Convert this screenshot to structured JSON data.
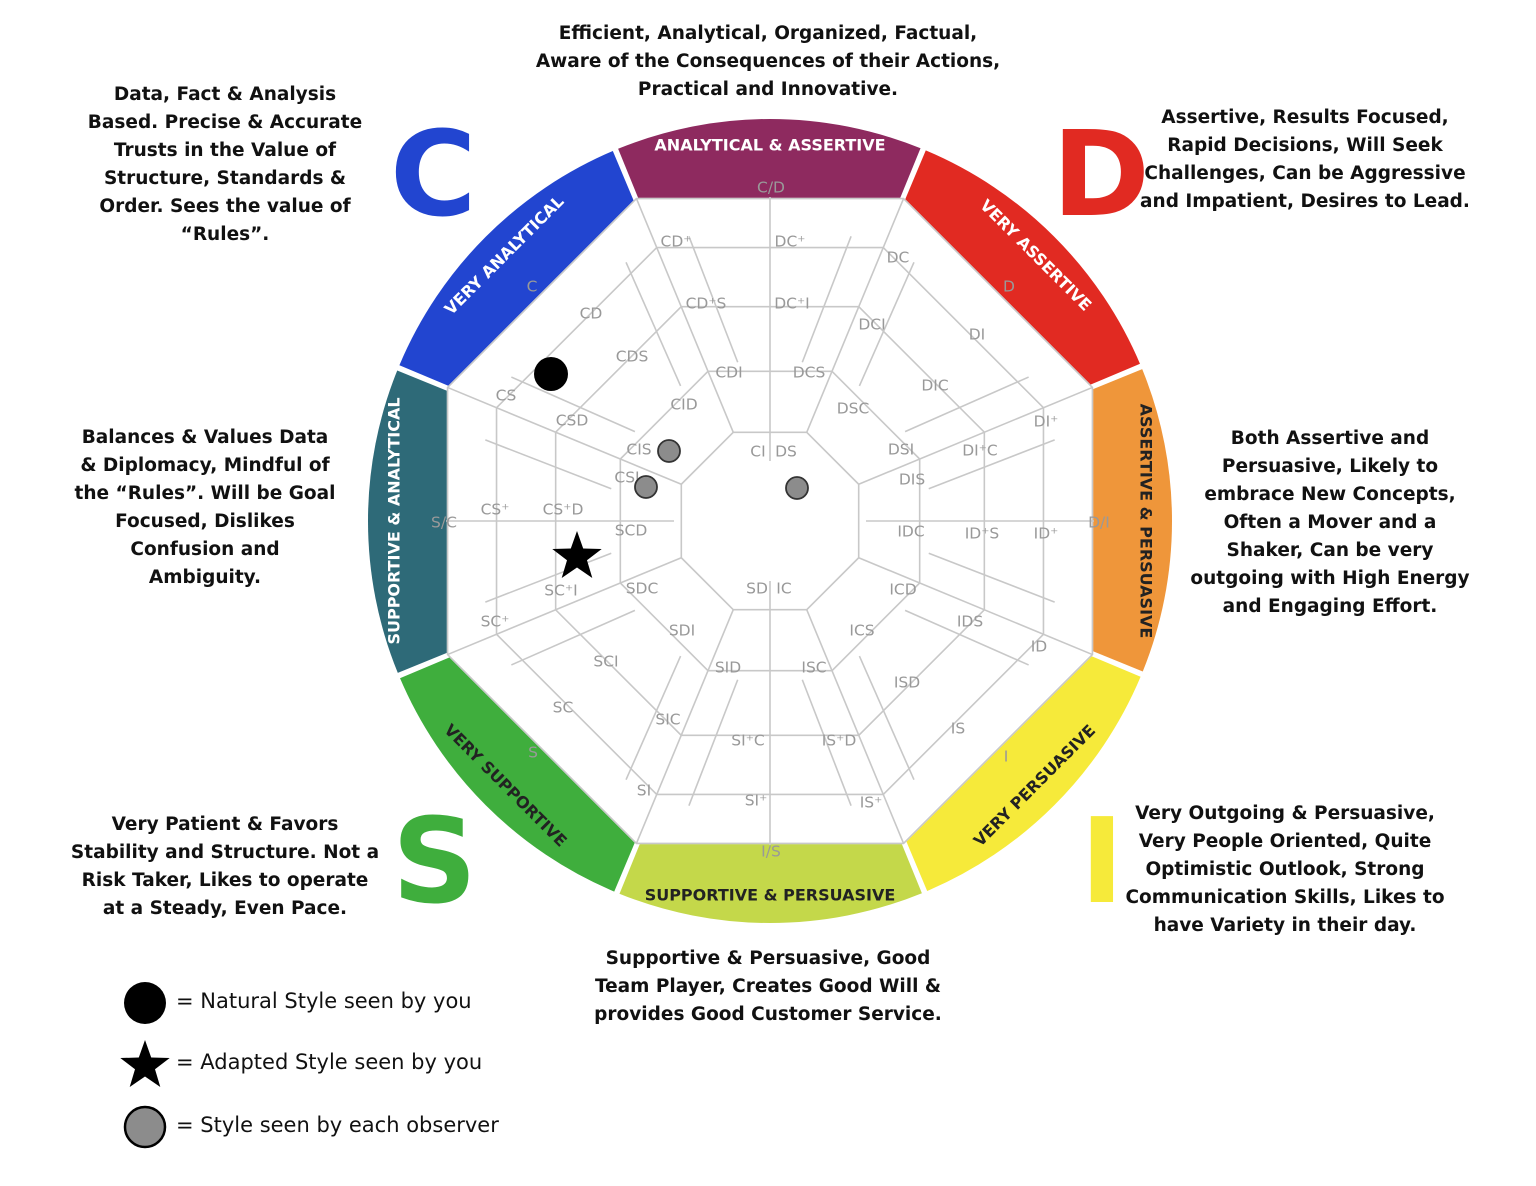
{
  "quadrants": {
    "C": {
      "letter": "C",
      "color": "#2245d0",
      "description": "Data, Fact & Analysis\nBased.  Precise & Accurate\nTrusts in the Value of\nStructure, Standards &\nOrder. Sees the value of\n“Rules”."
    },
    "D": {
      "letter": "D",
      "color": "#e12a22",
      "description": "Assertive, Results Focused,\nRapid Decisions, Will Seek\nChallenges, Can be Aggressive\nand Impatient, Desires to Lead."
    },
    "S": {
      "letter": "S",
      "color": "#3fae3d",
      "description": "Very Patient & Favors\nStability and Structure.  Not a\nRisk Taker, Likes to operate\nat a Steady, Even Pace."
    },
    "I": {
      "letter": "I",
      "color": "#f6ea3a",
      "description": "Very Outgoing & Persuasive,\nVery People Oriented, Quite\nOptimistic Outlook, Strong\nCommunication Skills, Likes to\nhave Variety in their day."
    }
  },
  "blends": {
    "top": "Efficient, Analytical, Organized, Factual,\nAware of the Consequences of their Actions,\nPractical and Innovative.",
    "left": "Balances & Values Data\n& Diplomacy, Mindful of\nthe “Rules”. Will be Goal\nFocused, Dislikes\nConfusion and\nAmbiguity.",
    "right": "Both Assertive and\nPersuasive, Likely to\nembrace New Concepts,\nOften a Mover and a\nShaker, Can be very\noutgoing with High Energy\nand Engaging Effort.",
    "bottom": "Supportive & Persuasive, Good\nTeam Player, Creates Good Will &\nprovides Good Customer Service."
  },
  "ring": [
    {
      "label": "ANALYTICAL & ASSERTIVE",
      "color": "#8e2a5f",
      "text_color": "#ffffff"
    },
    {
      "label": "VERY ASSERTIVE",
      "color": "#e12a22",
      "text_color": "#ffffff"
    },
    {
      "label": "ASSERTIVE & PERSUASIVE",
      "color": "#ef963a",
      "text_color": "#222222"
    },
    {
      "label": "VERY PERSUASIVE",
      "color": "#f6ea3a",
      "text_color": "#222222"
    },
    {
      "label": "SUPPORTIVE & PERSUASIVE",
      "color": "#c4d84a",
      "text_color": "#222222"
    },
    {
      "label": "VERY SUPPORTIVE",
      "color": "#3fae3d",
      "text_color": "#222222"
    },
    {
      "label": "SUPPORTIVE & ANALYTICAL",
      "color": "#2e6a78",
      "text_color": "#ffffff"
    },
    {
      "label": "VERY ANALYTICAL",
      "color": "#2245d0",
      "text_color": "#ffffff"
    }
  ],
  "cell_labels": [
    "C/D",
    "CD⁺",
    "DC⁺",
    "DC",
    "D",
    "C",
    "CD",
    "CD⁺S",
    "DC⁺I",
    "DCI",
    "DI",
    "CDS",
    "CDI",
    "DCS",
    "DIC",
    "CS",
    "CSD",
    "CID",
    "DSC",
    "DI⁺",
    "CIS",
    "CI",
    "DS",
    "DSI",
    "DI⁺C",
    "CSI",
    "DIS",
    "S/C",
    "CS⁺",
    "CS⁺D",
    "SCD",
    "IDC",
    "ID⁺S",
    "ID⁺",
    "D/I",
    "SC⁺I",
    "SDC",
    "SD",
    "IC",
    "ICD",
    "SC⁺",
    "IDS",
    "SDI",
    "ICS",
    "ID",
    "SCI",
    "SID",
    "ISC",
    "ISD",
    "SC",
    "SIC",
    "IS",
    "S",
    "SI⁺C",
    "IS⁺D",
    "I",
    "SI",
    "SI⁺",
    "IS⁺",
    "I/S"
  ],
  "markers": {
    "natural": {
      "symbol": "black-circle",
      "cell": "CS"
    },
    "adapted": {
      "symbol": "black-star",
      "cell": "SC⁺I"
    },
    "observers": [
      {
        "symbol": "gray-circle",
        "cell": "CIS"
      },
      {
        "symbol": "gray-circle",
        "cell": "CSI"
      },
      {
        "symbol": "gray-circle",
        "cell": "DS"
      }
    ]
  },
  "legend": [
    {
      "icon": "black-circle-icon",
      "text": "= Natural Style seen by you"
    },
    {
      "icon": "black-star-icon",
      "text": "= Adapted Style seen by you"
    },
    {
      "icon": "gray-circle-icon",
      "text": "= Style seen by each observer"
    }
  ]
}
